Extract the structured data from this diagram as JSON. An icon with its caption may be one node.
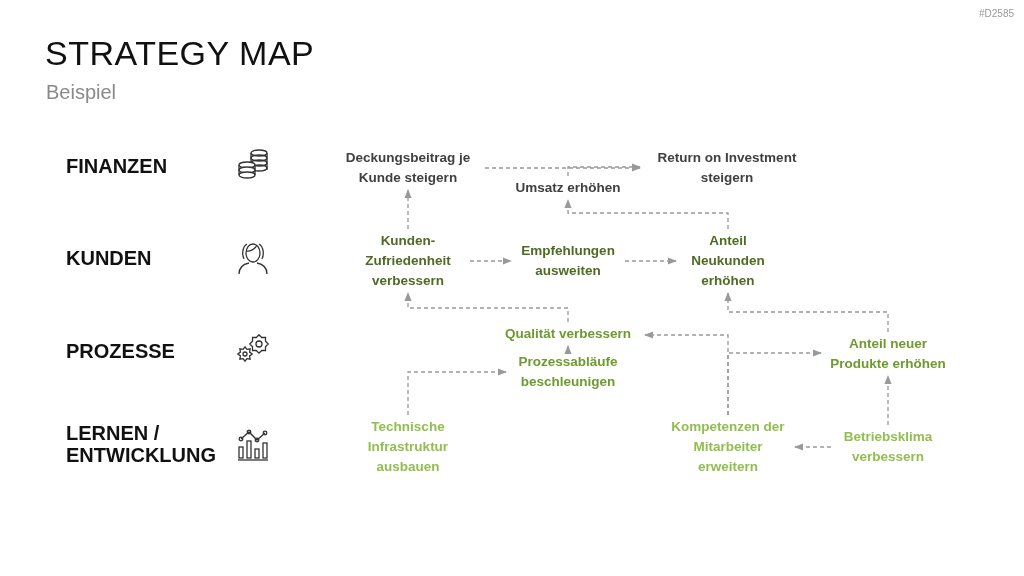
{
  "diagram": {
    "title": "STRATEGY MAP",
    "caption": "Beispiel",
    "nodes": [
      {
        "text": [
          "Deckungsbeitrag je Kunde steigern"
        ]
      },
      {
        "text": [
          "Umsatz erhöhen"
        ]
      },
      {
        "text": [
          "Return on Investment steigern"
        ]
      },
      {
        "text": [
          "Kunden-Zufriedenheit verbessern"
        ]
      },
      {
        "text": [
          "Empfehlungen ausweiten"
        ]
      },
      {
        "text": [
          "Anteil Neukunden erhöhen"
        ]
      },
      {
        "text": [
          "Qualität verbessern"
        ]
      },
      {
        "text": [
          "Prozessabläufe beschleunigen"
        ]
      },
      {
        "text": [
          "Anteil neuer Produkte erhöhen"
        ]
      },
      {
        "text": [
          "Technische Infrastruktur ausbauen"
        ]
      },
      {
        "text": [
          "Kompetenzen der Mitarbeiter erweitern"
        ]
      },
      {
        "text": [
          "Betriebsklima verbessern"
        ]
      }
    ],
    "edges": [
      {
        "from": 0,
        "to": 2,
        "arrow": "to",
        "style": "dashed"
      },
      {
        "from": 1,
        "to": 2,
        "arrow": "to",
        "style": "dashed"
      },
      {
        "from": 3,
        "to": 0,
        "arrow": "to",
        "style": "dashed"
      },
      {
        "from": 5,
        "to": 1,
        "arrow": "to",
        "style": "dashed"
      },
      {
        "from": 3,
        "to": 4,
        "arrow": "to",
        "style": "dashed"
      },
      {
        "from": 4,
        "to": 5,
        "arrow": "to",
        "style": "dashed"
      },
      {
        "from": 6,
        "to": 3,
        "arrow": "to",
        "style": "dashed"
      },
      {
        "from": 8,
        "to": 5,
        "arrow": "to",
        "style": "dashed"
      },
      {
        "from": 7,
        "to": 6,
        "arrow": "to",
        "style": "dashed"
      },
      {
        "from": 9,
        "to": 7,
        "arrow": "to",
        "style": "dashed"
      },
      {
        "from": 10,
        "to": 6,
        "arrow": "to",
        "style": "dashed"
      },
      {
        "from": 10,
        "to": 8,
        "arrow": "to",
        "style": "dashed"
      },
      {
        "from": 11,
        "to": 10,
        "arrow": "to",
        "style": "dashed"
      },
      {
        "from": 11,
        "to": 8,
        "arrow": "to",
        "style": "dashed"
      }
    ],
    "labels": [
      "#D2585",
      "FINANZEN",
      "KUNDEN",
      "PROZESSE",
      "LERNEN / ENTWICKLUNG"
    ]
  }
}
